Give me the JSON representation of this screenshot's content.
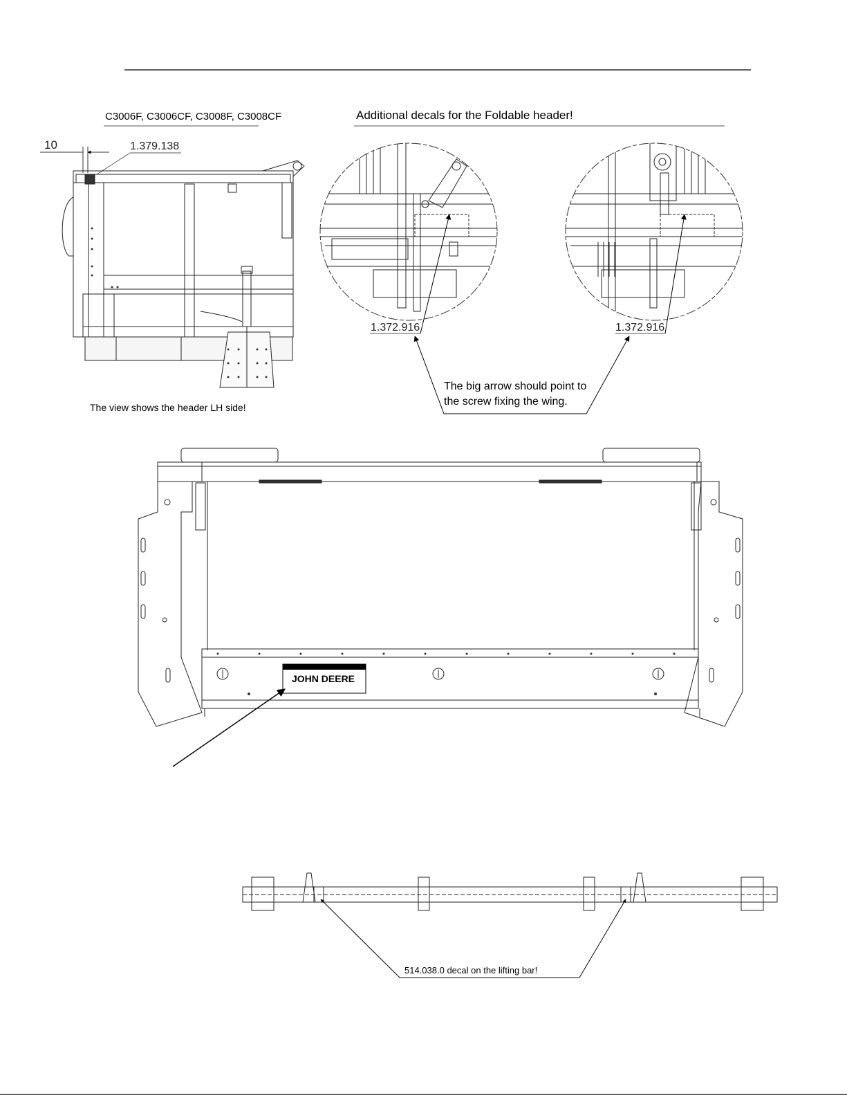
{
  "page": {
    "models_heading": "C3006F, C3006CF, C3008F, C3008CF",
    "foldable_heading": "Additional decals for the Foldable header!",
    "side_view_caption": "The view shows the header LH side!",
    "dimension_value": "10",
    "side_decal_part": "1.379.138",
    "wing_decal_part_left": "1.372.916",
    "wing_decal_part_right": "1.372.916",
    "arrow_note_line1": "The big arrow should point to",
    "arrow_note_line2": "the screw fixing the wing.",
    "logo_text": "JOHN DEERE",
    "lifting_bar_note": "514.038.0 decal on the lifting bar!"
  }
}
